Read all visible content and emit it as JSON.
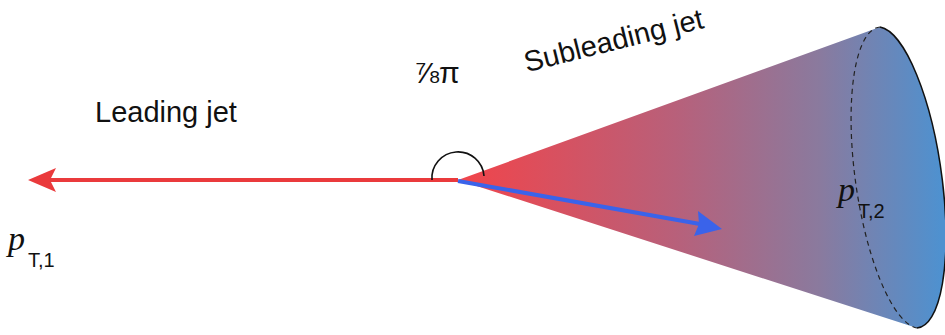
{
  "diagram": {
    "labels": [
      "Leading jet",
      "⅞π",
      "Subleading jet",
      "p",
      "T,1",
      "p",
      "T,2"
    ]
  }
}
